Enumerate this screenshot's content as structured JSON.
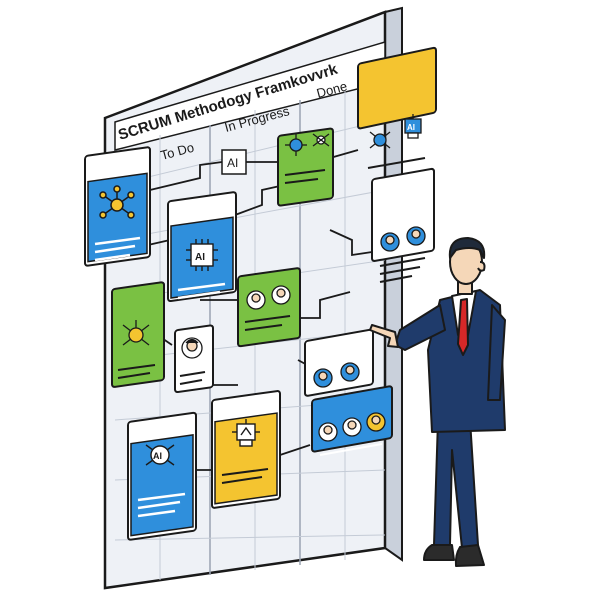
{
  "board": {
    "title": "SCRUM Methodogy Framkovvrk",
    "columns": [
      "To Do",
      "In Progress",
      "Done"
    ],
    "ai_tag": "AI"
  },
  "cards": {
    "ai_label": "AI"
  },
  "icons": {
    "network": "network-hub-icon",
    "chip": "ai-chip-icon",
    "robot": "ai-robot-icon",
    "person": "person-avatar-icon",
    "face": "smiley-network-icon"
  },
  "colors": {
    "blue_card": "#2f8fdc",
    "green_card": "#7ac143",
    "yellow_card": "#f4c430",
    "board_bg": "#eef1f6",
    "outline": "#1a1a1a",
    "suit": "#1f3b6b",
    "tie": "#d62828"
  }
}
